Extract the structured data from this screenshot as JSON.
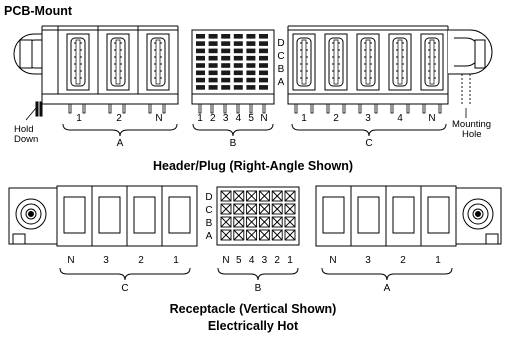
{
  "header_title": "PCB-Mount",
  "header_plug": {
    "caption": "Header/Plug (Right-Angle Shown)",
    "group_a_label": "A",
    "group_a_positions": [
      "1",
      "2",
      "N"
    ],
    "group_b_label": "B",
    "group_b_positions": [
      "1",
      "2",
      "3",
      "4",
      "5",
      "N"
    ],
    "group_b_rows": [
      "D",
      "C",
      "B",
      "A"
    ],
    "group_c_label": "C",
    "group_c_positions": [
      "1",
      "2",
      "3",
      "4",
      "N"
    ],
    "hold_down_label_line1": "Hold",
    "hold_down_label_line2": "Down",
    "mounting_hole_label_line1": "Mounting",
    "mounting_hole_label_line2": "Hole"
  },
  "receptacle": {
    "caption_line1": "Receptacle (Vertical Shown)",
    "caption_line2": "Electrically Hot",
    "group_c_label": "C",
    "group_c_positions": [
      "N",
      "3",
      "2",
      "1"
    ],
    "group_b_label": "B",
    "group_b_positions": [
      "N",
      "5",
      "4",
      "3",
      "2",
      "1"
    ],
    "group_b_rows": [
      "D",
      "C",
      "B",
      "A"
    ],
    "group_a_label": "A",
    "group_a_positions": [
      "N",
      "3",
      "2",
      "1"
    ]
  },
  "colors": {
    "line": "#000000",
    "background": "#ffffff",
    "fill_dark": "#1a1a1a",
    "fill_gray": "#bdbdbd"
  }
}
